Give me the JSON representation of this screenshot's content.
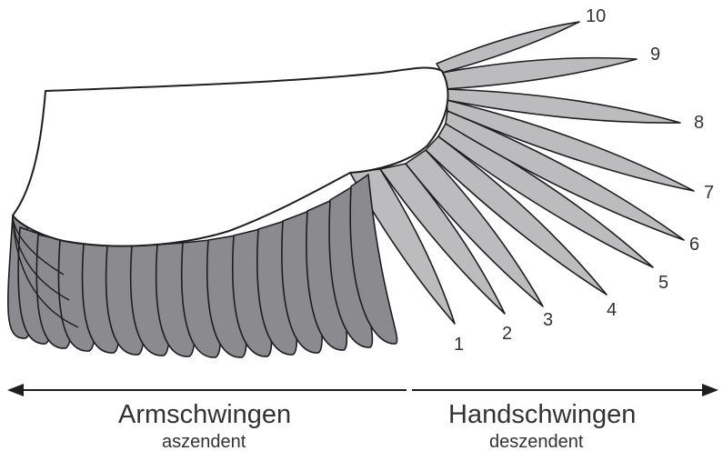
{
  "primaries": {
    "numbers": [
      "1",
      "2",
      "3",
      "4",
      "5",
      "6",
      "7",
      "8",
      "9",
      "10"
    ]
  },
  "colors": {
    "secondaries": "#8a8a8f",
    "primaries": "#bcbcbe",
    "coverts": "#ffffff",
    "outline": "#1e1e1e",
    "text": "#333333"
  },
  "sections": {
    "arm": {
      "title": "Armschwingen",
      "subtitle": "aszendent"
    },
    "hand": {
      "title": "Handschwingen",
      "subtitle": "deszendent"
    }
  }
}
